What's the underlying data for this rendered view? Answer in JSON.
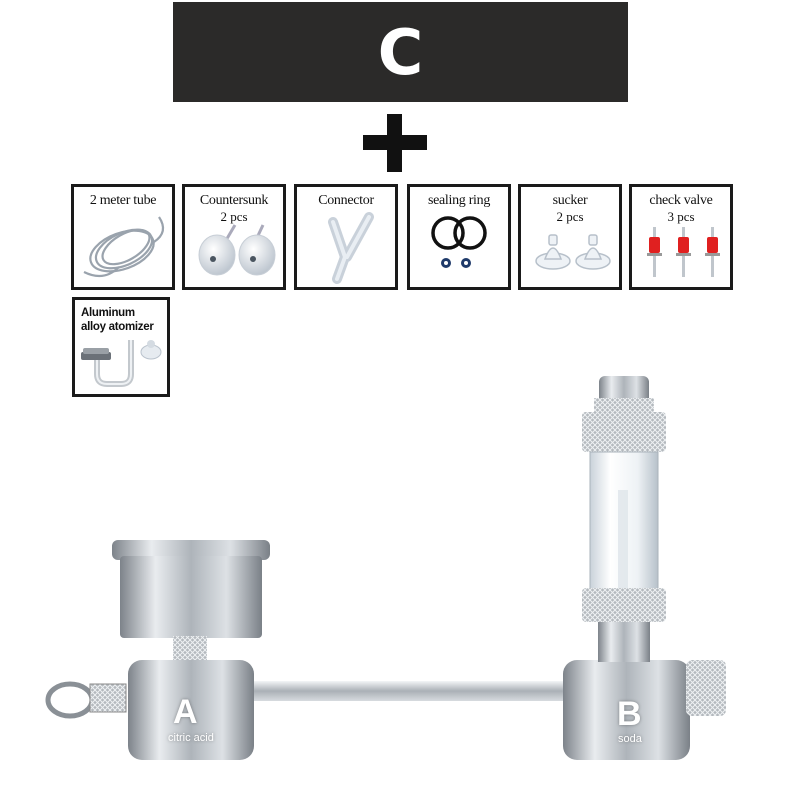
{
  "banner": {
    "letter": "C"
  },
  "plus_icon": "plus-sign",
  "accessories": [
    {
      "label": "2 meter tube",
      "sub": ""
    },
    {
      "label": "Countersunk",
      "sub": "2 pcs"
    },
    {
      "label": "Connector",
      "sub": ""
    },
    {
      "label": "sealing ring",
      "sub": ""
    },
    {
      "label": "sucker",
      "sub": "2 pcs"
    },
    {
      "label": "check valve",
      "sub": "3 pcs"
    }
  ],
  "atomizer": {
    "label_line1": "Aluminum",
    "label_line2": "alloy atomizer"
  },
  "product": {
    "left_letter": "A",
    "left_caption": "citric acid",
    "right_letter": "B",
    "right_caption": "soda"
  },
  "colors": {
    "banner_bg": "#2b2a29",
    "check_valve_red": "#e02020",
    "steel": "#b8bcc0"
  }
}
